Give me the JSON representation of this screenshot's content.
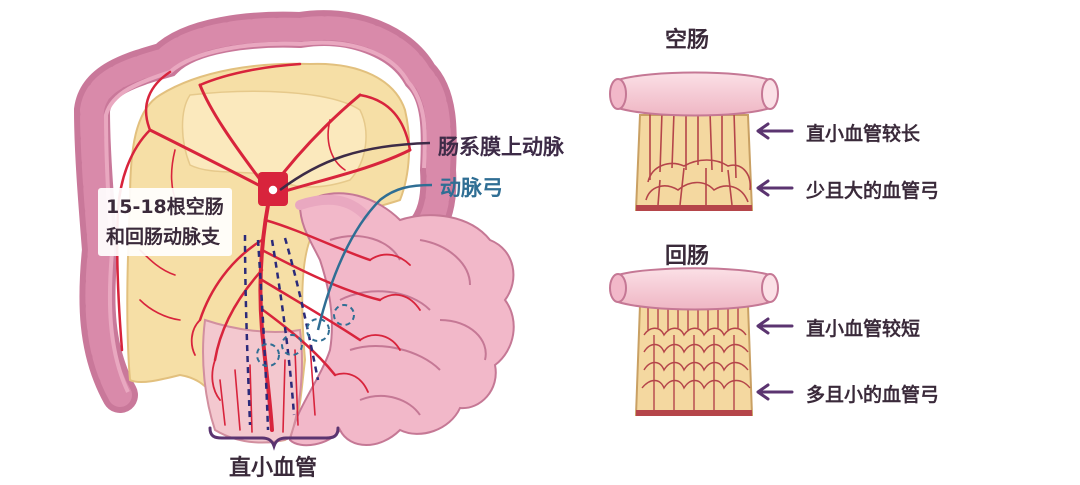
{
  "labels": {
    "sma": "肠系膜上动脉",
    "arcade": "动脉弓",
    "branches_line1": "15-18根空肠",
    "branches_line2": "和回肠动脉支",
    "vasa_recta": "直小血管"
  },
  "jejunum": {
    "title": "空肠",
    "note_vessels": "直小血管较长",
    "note_arcades": "少且大的血管弓"
  },
  "ileum": {
    "title": "回肠",
    "note_vessels": "直小血管较短",
    "note_arcades": "多且小的血管弓"
  },
  "colors": {
    "artery": "#d8243c",
    "mesentery": "#f6dfa6",
    "colon": "#c9789a",
    "small_intestine": "#f2b8c9",
    "sma_line": "#3d2b47",
    "arcade_line": "#2f6e94",
    "dash_line": "#2b2a7a",
    "arrow": "#5b3470"
  }
}
